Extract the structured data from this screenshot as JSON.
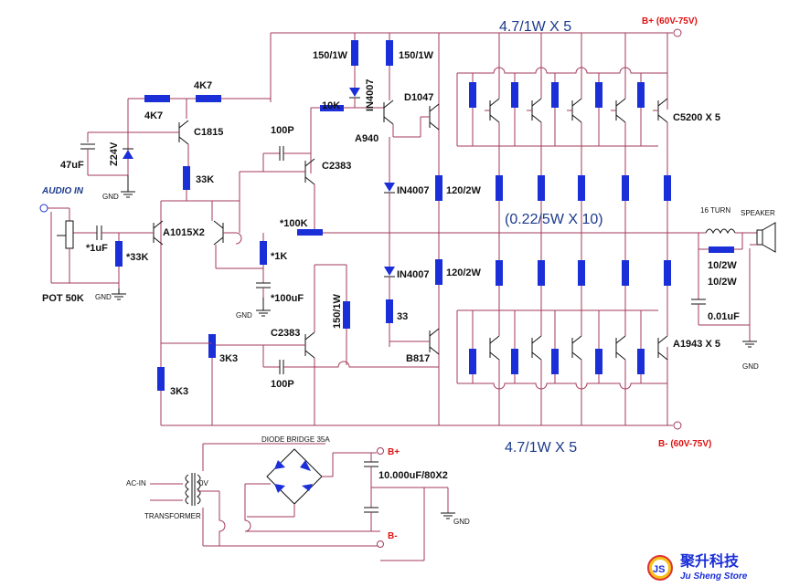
{
  "power": {
    "top_res_label": "4.7/1W X 5",
    "bottom_res_label": "4.7/1W X 5",
    "emitter_res_label": "(0.22/5W X 10)",
    "b_plus": "B+ (60V-75V)",
    "b_minus": "B- (60V-75V)"
  },
  "transistors": {
    "c5200": "C5200 X 5",
    "a1943": "A1943 X 5",
    "d1047": "D1047",
    "b817": "B817",
    "a940": "A940",
    "c2383_top": "C2383",
    "c2383_bot": "C2383",
    "c1815": "C1815",
    "a1015": "A1015X2"
  },
  "components": {
    "r4k7_a": "4K7",
    "r4k7_b": "4K7",
    "r150_a": "150/1W",
    "r150_b": "150/1W",
    "r150_c": "150/1W",
    "in4007_a": "IN4007",
    "in4007_b": "IN4007",
    "in4007_c": "IN4007",
    "r10k": "10K",
    "c100p_a": "100P",
    "c100p_b": "100P",
    "z24v": "Z24V",
    "c47u": "47uF",
    "r33k_a": "33K",
    "r33k_b": "*33K",
    "r100k": "*100K",
    "r1k": "*1K",
    "c100u": "*100uF",
    "r3k3_a": "3K3",
    "r3k3_b": "3K3",
    "r33": "33",
    "r120_a": "120/2W",
    "r120_b": "120/2W",
    "c1u": "*1uF",
    "pot": "POT 50K",
    "audio_in": "AUDIO IN",
    "gnd_1": "GND",
    "gnd_2": "GND",
    "gnd_3": "GND",
    "gnd_4": "GND",
    "gnd_5": "GND"
  },
  "output": {
    "coil": "16 TURN",
    "speaker": "SPEAKER",
    "r10_a": "10/2W",
    "r10_b": "10/2W",
    "c001": "0.01uF"
  },
  "psu": {
    "bridge": "DIODE BRIDGE 35A",
    "ac_in": "AC-IN",
    "ov": "0V",
    "transformer": "TRANSFORMER",
    "caps": "10.000uF/80X2",
    "b_plus": "B+",
    "b_minus": "B-"
  },
  "logo": {
    "title": "聚升科技",
    "subtitle": "Ju Sheng Store",
    "badge": "JS"
  },
  "colors": {
    "wire": "#a33a5a",
    "resistor": "#1a2fd8",
    "label_blue": "#1c3a8c",
    "label_red": "#dd1111"
  }
}
